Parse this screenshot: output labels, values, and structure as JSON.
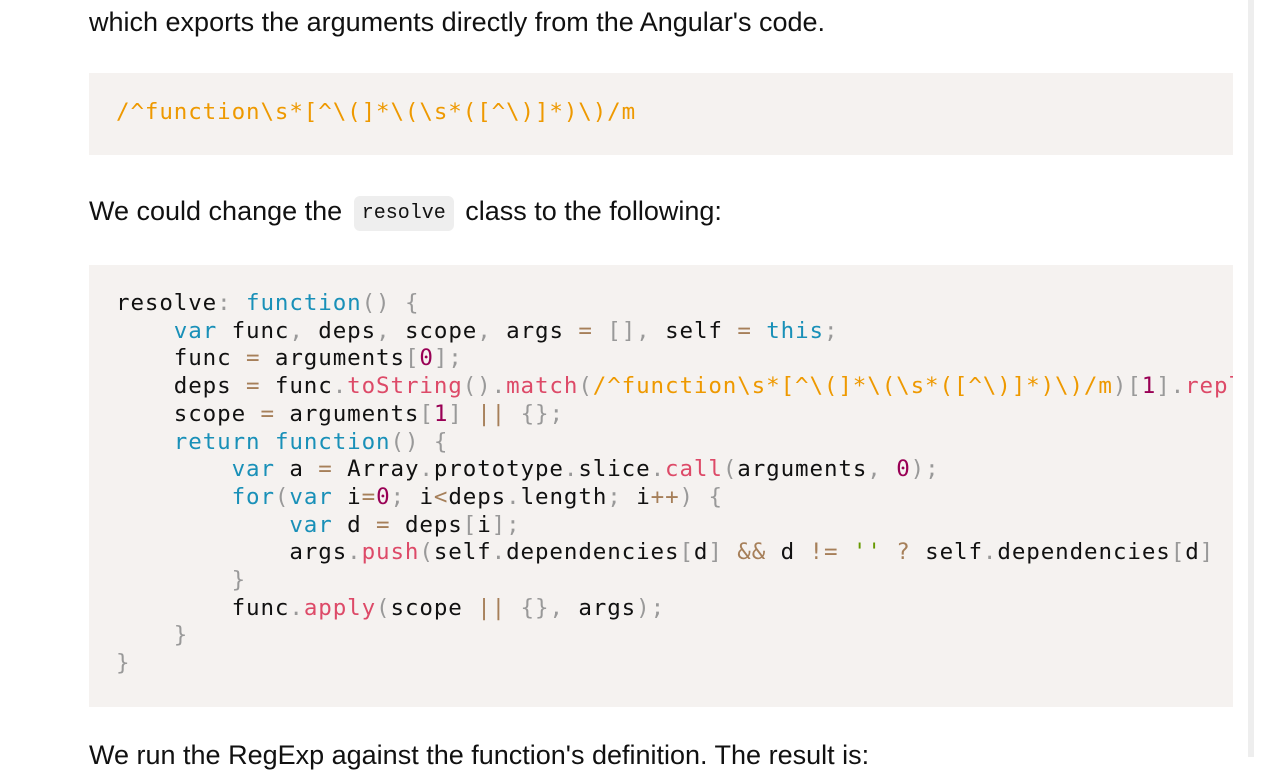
{
  "intro_text": "which exports the arguments directly from the Angular's code.",
  "regex_code": "/^function\\s*[^\\(]*\\(\\s*([^\\)]*)\\)/m",
  "change_text": {
    "before": "We could change the",
    "code": "resolve",
    "after": "class to the following:"
  },
  "code_lines": [
    [
      [
        "plain",
        "resolve"
      ],
      [
        "punc",
        ": "
      ],
      [
        "kw",
        "function"
      ],
      [
        "punc",
        "() {"
      ]
    ],
    [
      [
        "plain",
        "    "
      ],
      [
        "kw",
        "var"
      ],
      [
        "plain",
        " func"
      ],
      [
        "punc",
        ", "
      ],
      [
        "plain",
        "deps"
      ],
      [
        "punc",
        ", "
      ],
      [
        "plain",
        "scope"
      ],
      [
        "punc",
        ", "
      ],
      [
        "plain",
        "args "
      ],
      [
        "op",
        "="
      ],
      [
        "plain",
        " "
      ],
      [
        "punc",
        "[]"
      ],
      [
        "punc",
        ", "
      ],
      [
        "plain",
        "self "
      ],
      [
        "op",
        "="
      ],
      [
        "plain",
        " "
      ],
      [
        "kw",
        "this"
      ],
      [
        "punc",
        ";"
      ]
    ],
    [
      [
        "plain",
        "    func "
      ],
      [
        "op",
        "="
      ],
      [
        "plain",
        " arguments"
      ],
      [
        "punc",
        "["
      ],
      [
        "num",
        "0"
      ],
      [
        "punc",
        "];"
      ]
    ],
    [
      [
        "plain",
        "    deps "
      ],
      [
        "op",
        "="
      ],
      [
        "plain",
        " func"
      ],
      [
        "punc",
        "."
      ],
      [
        "fn",
        "toString"
      ],
      [
        "punc",
        "()."
      ],
      [
        "fn",
        "match"
      ],
      [
        "punc",
        "("
      ],
      [
        "regex",
        "/^function\\s*[^\\(]*\\(\\s*([^\\)]*)\\)/m"
      ],
      [
        "punc",
        ")["
      ],
      [
        "num",
        "1"
      ],
      [
        "punc",
        "]."
      ],
      [
        "fn",
        "replace"
      ]
    ],
    [
      [
        "plain",
        "    scope "
      ],
      [
        "op",
        "="
      ],
      [
        "plain",
        " arguments"
      ],
      [
        "punc",
        "["
      ],
      [
        "num",
        "1"
      ],
      [
        "punc",
        "]"
      ],
      [
        "plain",
        " "
      ],
      [
        "op",
        "||"
      ],
      [
        "plain",
        " "
      ],
      [
        "punc",
        "{};"
      ]
    ],
    [
      [
        "plain",
        "    "
      ],
      [
        "kw",
        "return"
      ],
      [
        "plain",
        " "
      ],
      [
        "kw",
        "function"
      ],
      [
        "punc",
        "() {"
      ]
    ],
    [
      [
        "plain",
        "        "
      ],
      [
        "kw",
        "var"
      ],
      [
        "plain",
        " a "
      ],
      [
        "op",
        "="
      ],
      [
        "plain",
        " Array"
      ],
      [
        "punc",
        "."
      ],
      [
        "plain",
        "prototype"
      ],
      [
        "punc",
        "."
      ],
      [
        "plain",
        "slice"
      ],
      [
        "punc",
        "."
      ],
      [
        "fn",
        "call"
      ],
      [
        "punc",
        "("
      ],
      [
        "plain",
        "arguments"
      ],
      [
        "punc",
        ", "
      ],
      [
        "num",
        "0"
      ],
      [
        "punc",
        ");"
      ]
    ],
    [
      [
        "plain",
        "        "
      ],
      [
        "kw",
        "for"
      ],
      [
        "punc",
        "("
      ],
      [
        "kw",
        "var"
      ],
      [
        "plain",
        " i"
      ],
      [
        "op",
        "="
      ],
      [
        "num",
        "0"
      ],
      [
        "punc",
        "; "
      ],
      [
        "plain",
        "i"
      ],
      [
        "op",
        "<"
      ],
      [
        "plain",
        "deps"
      ],
      [
        "punc",
        "."
      ],
      [
        "plain",
        "length"
      ],
      [
        "punc",
        "; "
      ],
      [
        "plain",
        "i"
      ],
      [
        "op",
        "++"
      ],
      [
        "punc",
        ") {"
      ]
    ],
    [
      [
        "plain",
        "            "
      ],
      [
        "kw",
        "var"
      ],
      [
        "plain",
        " d "
      ],
      [
        "op",
        "="
      ],
      [
        "plain",
        " deps"
      ],
      [
        "punc",
        "["
      ],
      [
        "plain",
        "i"
      ],
      [
        "punc",
        "];"
      ]
    ],
    [
      [
        "plain",
        "            args"
      ],
      [
        "punc",
        "."
      ],
      [
        "fn",
        "push"
      ],
      [
        "punc",
        "("
      ],
      [
        "plain",
        "self"
      ],
      [
        "punc",
        "."
      ],
      [
        "plain",
        "dependencies"
      ],
      [
        "punc",
        "["
      ],
      [
        "plain",
        "d"
      ],
      [
        "punc",
        "]"
      ],
      [
        "plain",
        " "
      ],
      [
        "op",
        "&&"
      ],
      [
        "plain",
        " d "
      ],
      [
        "op",
        "!="
      ],
      [
        "plain",
        " "
      ],
      [
        "str",
        "''"
      ],
      [
        "plain",
        " "
      ],
      [
        "op",
        "?"
      ],
      [
        "plain",
        " self"
      ],
      [
        "punc",
        "."
      ],
      [
        "plain",
        "dependencies"
      ],
      [
        "punc",
        "["
      ],
      [
        "plain",
        "d"
      ],
      [
        "punc",
        "]"
      ],
      [
        "plain",
        " "
      ],
      [
        "op",
        ":"
      ]
    ],
    [
      [
        "plain",
        "        "
      ],
      [
        "punc",
        "}"
      ]
    ],
    [
      [
        "plain",
        "        func"
      ],
      [
        "punc",
        "."
      ],
      [
        "fn",
        "apply"
      ],
      [
        "punc",
        "("
      ],
      [
        "plain",
        "scope "
      ],
      [
        "op",
        "||"
      ],
      [
        "plain",
        " "
      ],
      [
        "punc",
        "{}, "
      ],
      [
        "plain",
        "args"
      ],
      [
        "punc",
        ");"
      ]
    ],
    [
      [
        "plain",
        "    "
      ],
      [
        "punc",
        "}"
      ]
    ],
    [
      [
        "punc",
        "}"
      ]
    ]
  ],
  "outro_text": "We run the RegExp against the function's definition. The result is:"
}
